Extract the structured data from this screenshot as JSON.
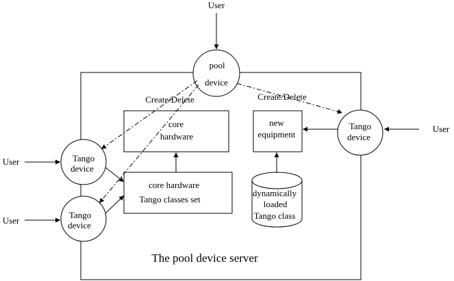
{
  "diagram": {
    "server_caption": "The pool device server",
    "pool_device": {
      "line1": "pool",
      "line2": "device"
    },
    "tango_device": {
      "line1": "Tango",
      "line2": "device"
    },
    "user_label": "User",
    "create_delete_label": "Create/Delete",
    "core_hardware": {
      "line1": "core",
      "line2": "hardware"
    },
    "core_classes": {
      "line1": "core hardware",
      "line2": "Tango classes set"
    },
    "new_equipment": {
      "line1": "new",
      "line2": "equipment"
    },
    "dynamic_class": {
      "line1": "dynamically",
      "line2": "loaded",
      "line3": "Tango class"
    }
  }
}
